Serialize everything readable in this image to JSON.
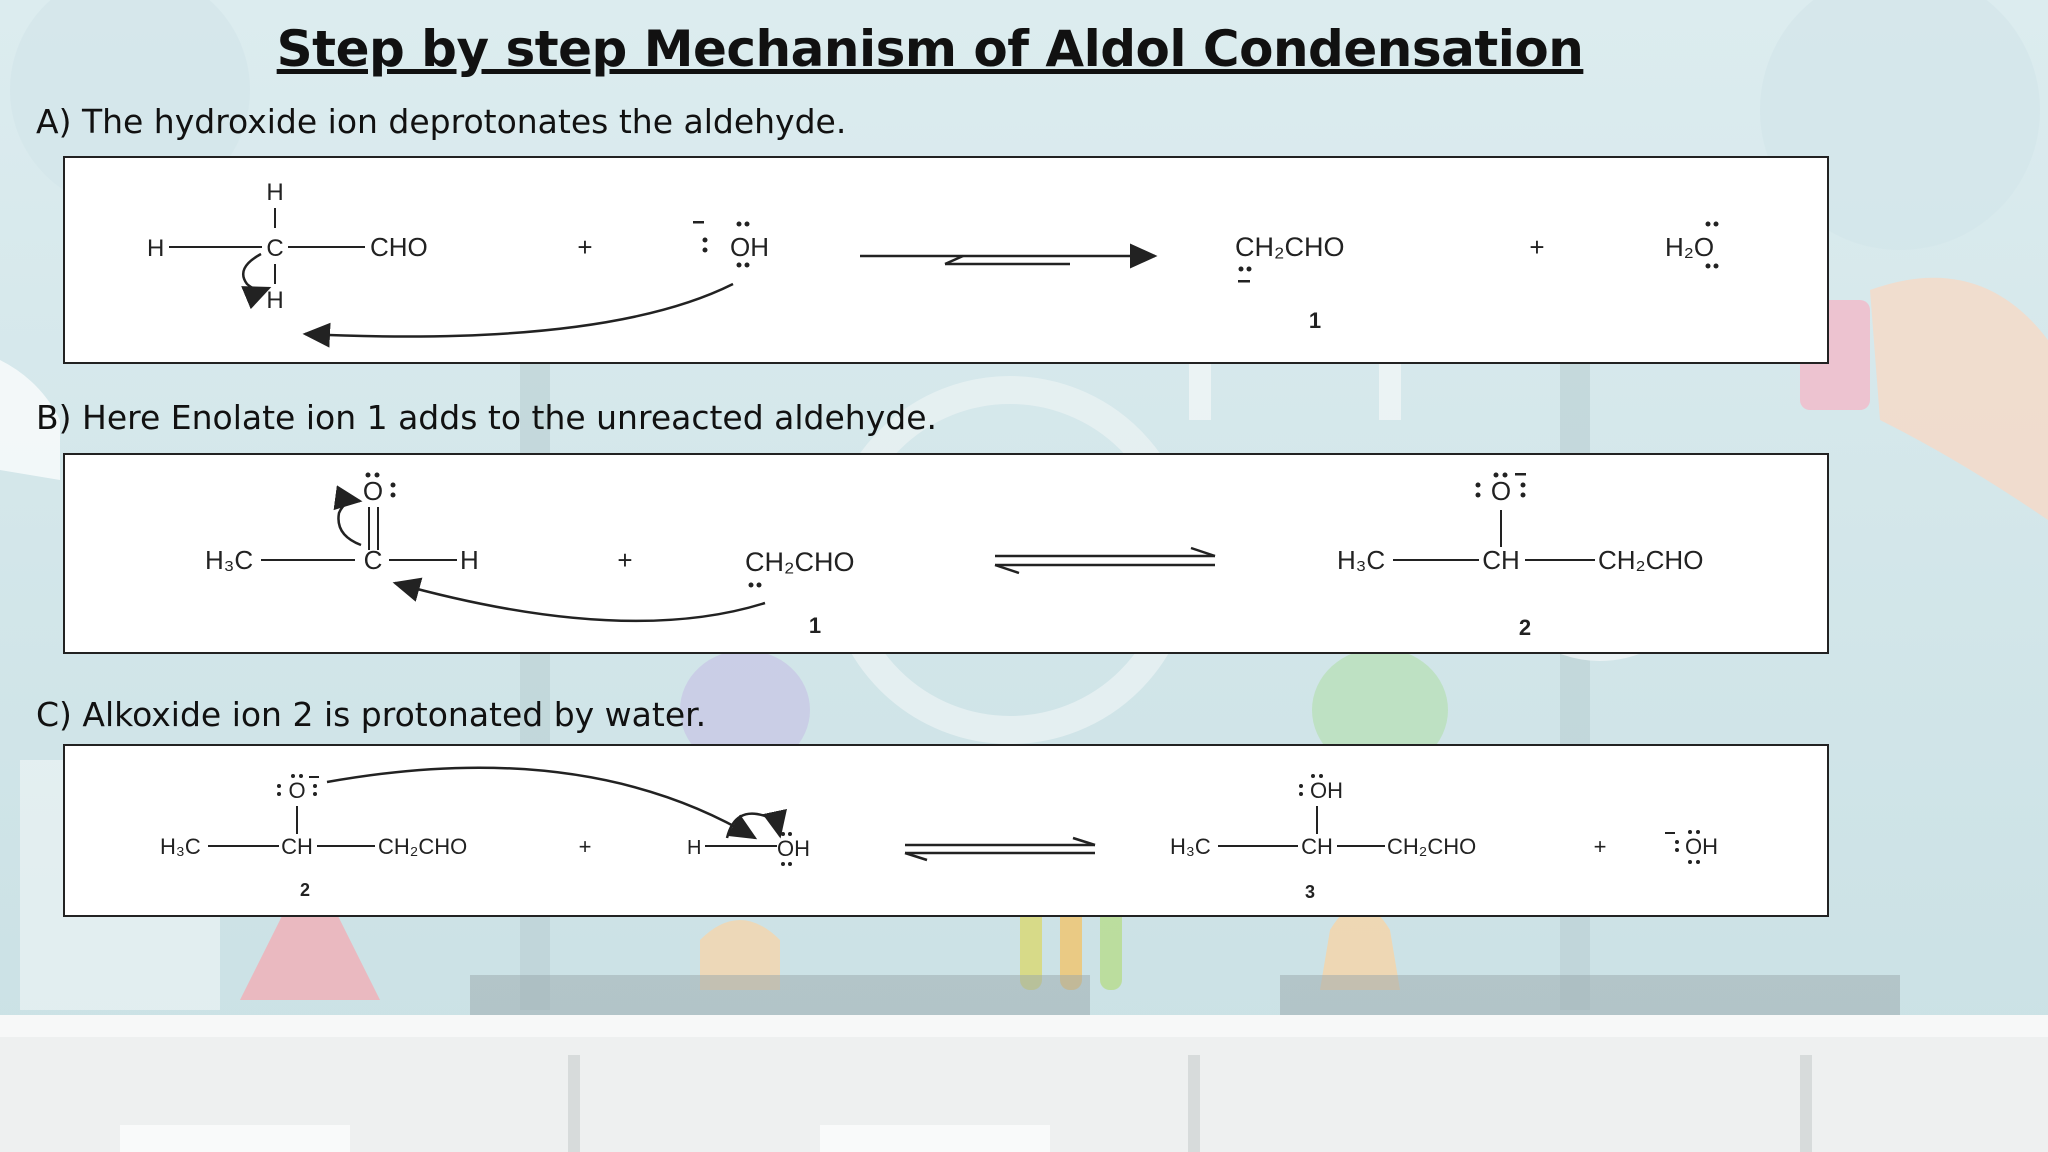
{
  "title": "Step by step Mechanism of Aldol Condensation",
  "steps": [
    {
      "label": "A) The hydroxide ion deprotonates the aldehyde."
    },
    {
      "label": "B) Here Enolate ion 1 adds to the unreacted aldehyde."
    },
    {
      "label": "C) Alkoxide ion 2 is protonated by water."
    }
  ],
  "reactionA": {
    "h_top": "H",
    "h_left": "H",
    "carbon": "C",
    "h_bottom": "H",
    "cho": "CHO",
    "plus1": "+",
    "hydroxide": "OH",
    "product": "CH₂CHO",
    "product_num": "1",
    "plus2": "+",
    "water": "H₂O"
  },
  "reactionB": {
    "oxygen": "O",
    "h3c": "H₃C",
    "carbon": "C",
    "h": "H",
    "plus": "+",
    "enolate": "CH₂CHO",
    "enolate_num": "1",
    "prod_oxygen": "O",
    "prod_h3c": "H₃C",
    "prod_ch": "CH",
    "prod_ch2cho": "CH₂CHO",
    "prod_num": "2"
  },
  "reactionC": {
    "oxygen": "O",
    "h3c": "H₃C",
    "ch": "CH",
    "ch2cho": "CH₂CHO",
    "num_left": "2",
    "plus1": "+",
    "water_h": "H",
    "water_oh": "OH",
    "prod_oh": "OH",
    "prod_h3c": "H₃C",
    "prod_ch": "CH",
    "prod_ch2cho": "CH₂CHO",
    "prod_num": "3",
    "plus2": "+",
    "hydroxide": "OH"
  }
}
